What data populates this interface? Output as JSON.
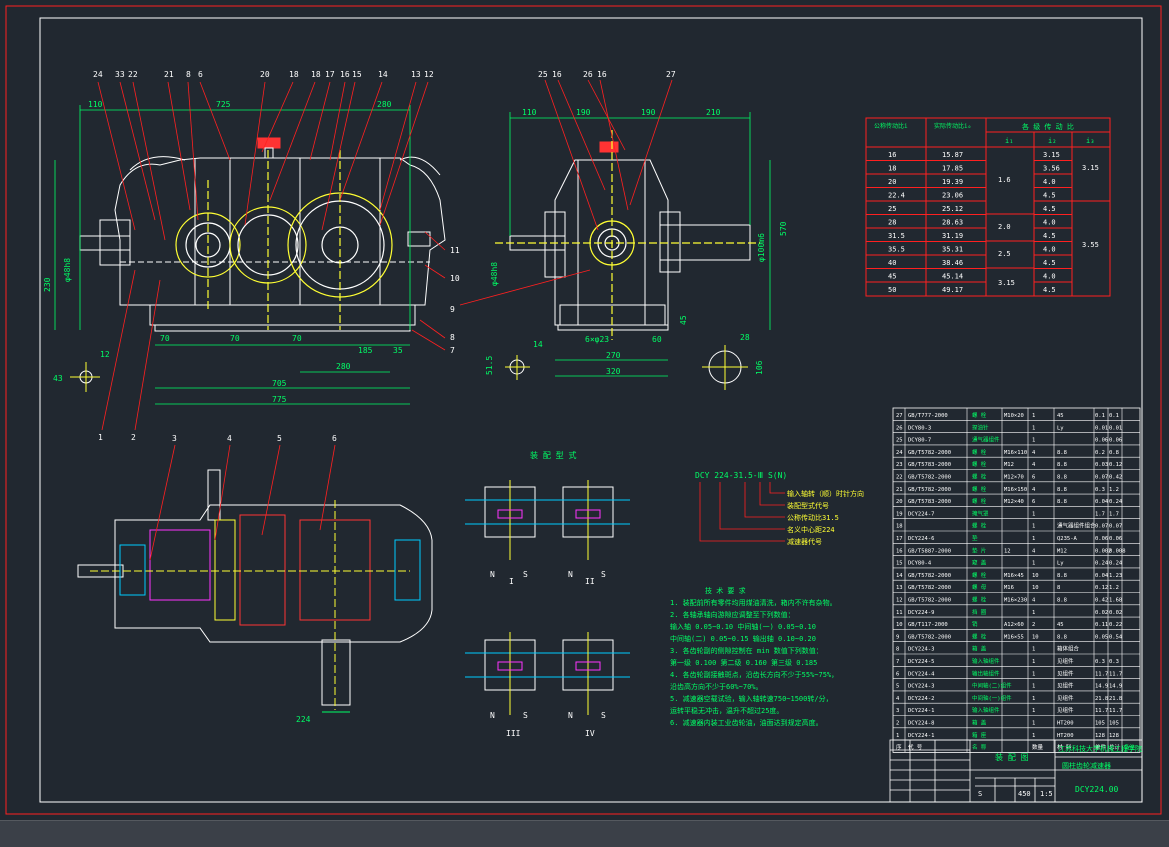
{
  "colors": {
    "background": "#212830",
    "border": "#ff2020",
    "lines": "#ffffff",
    "dims": "#00ff66",
    "leaders": "#ff2020",
    "yellow": "#ffff33",
    "cyan": "#00ccff",
    "magenta": "#ff33ff"
  },
  "front_view": {
    "part_numbers_top": [
      "24",
      "33",
      "22",
      "21",
      "8",
      "6",
      "20",
      "18",
      "18",
      "17",
      "16",
      "15",
      "14",
      "13",
      "12"
    ],
    "part_numbers_right": [
      "11",
      "10",
      "9",
      "8",
      "7"
    ],
    "part_numbers_bottom": [
      "1",
      "2",
      "3",
      "4",
      "5",
      "6"
    ],
    "dims_top": [
      "110",
      "725",
      "280"
    ],
    "dims_left": [
      "230",
      "φ48h8"
    ],
    "dims_bottom": [
      "70",
      "70",
      "70",
      "185",
      "35",
      "280",
      "705",
      "775"
    ],
    "dims_foot": [
      "12",
      "43"
    ]
  },
  "side_view": {
    "part_numbers_top": [
      "25",
      "16",
      "26",
      "16",
      "27"
    ],
    "dims_top": [
      "110",
      "190",
      "190",
      "210"
    ],
    "dims_right": [
      "570",
      "φ100m6",
      "45"
    ],
    "dims_left": [
      "φ48h8"
    ],
    "dims_bottom": [
      "14",
      "6×φ23",
      "60",
      "270",
      "320"
    ],
    "dims_key": [
      "51.5",
      "28",
      "106"
    ]
  },
  "plan_view": {
    "dim_bottom": "224"
  },
  "assembly_forms": {
    "title": "装 配 型 式",
    "labels": [
      "N",
      "S",
      "N",
      "S",
      "N",
      "S",
      "N",
      "S"
    ],
    "roman": [
      "I",
      "II",
      "III",
      "IV"
    ]
  },
  "model_code": {
    "code": "DCY 224-31.5-Ⅲ S(N)",
    "notes": [
      "输入轴转（顺）时针方向",
      "装配型式代号",
      "公称传动比31.5",
      "名义中心距224",
      "减速器代号"
    ]
  },
  "tech_req": {
    "title": "技 术 要 求",
    "lines": [
      "1. 装配前所有零件均用煤油清洗，箱内不许有杂物。",
      "2. 各轴承轴向游隙应调整至下列数值：",
      "   输入轴 0.05~0.10    中间轴(一) 0.05~0.10",
      "   中间轴(二) 0.05~0.15    输出轴 0.10~0.20",
      "3. 各齿轮副的侧隙控制在 min 数值下列数值：",
      "   第一级 0.100   第二级 0.160   第三级 0.185",
      "4. 各齿轮副接触斑点，沿齿长方向不少于55%~75%，",
      "   沿齿高方向不少于60%~70%。",
      "5. 减速器空载试验，输入轴转速750~1500转/分，",
      "   运转平稳无冲击，温升不超过25度。",
      "6. 减速器内装工业齿轮油，油面达到规定高度。"
    ]
  },
  "ratio_table": {
    "headers": [
      "公称传动比i",
      "实际传动比i₀",
      "各 级 传 动 比"
    ],
    "sub_headers": [
      "i",
      "i₀",
      "i₁",
      "i₂",
      "i₃"
    ],
    "rows": [
      [
        "16",
        "15.87"
      ],
      [
        "18",
        "17.85"
      ],
      [
        "20",
        "19.39"
      ],
      [
        "22.4",
        "23.06"
      ],
      [
        "25",
        "25.12"
      ],
      [
        "28",
        "28.63"
      ],
      [
        "31.5",
        "31.19"
      ],
      [
        "35.5",
        "35.31"
      ],
      [
        "40",
        "38.46"
      ],
      [
        "45",
        "45.14"
      ],
      [
        "50",
        "49.17"
      ]
    ],
    "i1": [
      "1.6",
      "2.0",
      "2.5",
      "3.15"
    ],
    "i2": [
      "3.15",
      "3.56",
      "4.0",
      "4.5",
      "4.5",
      "4.0",
      "4.5",
      "4.0",
      "4.5",
      "4.0",
      "4.5"
    ],
    "i3": [
      "3.15",
      "3.55"
    ]
  },
  "parts_list": {
    "rows": [
      [
        "27",
        "GB/T777-2000",
        "螺 栓",
        "M10×20",
        "1",
        "45",
        "0.1",
        "0.1",
        ""
      ],
      [
        "26",
        "DCY80-3",
        "探油针",
        "",
        "1",
        "Ly",
        "0.01",
        "0.01",
        ""
      ],
      [
        "25",
        "DCY80-7",
        "通气器组件",
        "",
        "1",
        "",
        "0.06",
        "0.06",
        ""
      ],
      [
        "24",
        "GB/T5782-2000",
        "螺 栓",
        "M16×110",
        "4",
        "8.8",
        "0.2",
        "0.8",
        ""
      ],
      [
        "23",
        "GB/T5783-2000",
        "螺 栓",
        "M12",
        "4",
        "8.8",
        "0.03",
        "0.12",
        ""
      ],
      [
        "22",
        "GB/T5782-2000",
        "螺 栓",
        "M12×70",
        "6",
        "8.8",
        "0.07",
        "0.42",
        ""
      ],
      [
        "21",
        "GB/T5782-2000",
        "螺 栓",
        "M16×150",
        "4",
        "8.8",
        "0.3",
        "1.2",
        ""
      ],
      [
        "20",
        "GB/T5783-2000",
        "螺 栓",
        "M12×40",
        "6",
        "8.8",
        "0.04",
        "0.24",
        ""
      ],
      [
        "19",
        "DCY224-7",
        "掩气罩",
        "",
        "1",
        "",
        "1.7",
        "1.7",
        ""
      ],
      [
        "18",
        "",
        "螺 栓",
        "",
        "1",
        "通气器组件组合",
        "0.07",
        "0.07",
        ""
      ],
      [
        "17",
        "DCY224-6",
        "垫",
        "",
        "1",
        "Q235-A",
        "0.06",
        "0.06",
        ""
      ],
      [
        "16",
        "GB/T5887-2000",
        "垫 片",
        "12",
        "4",
        "M12",
        "0.002",
        "0.008",
        ""
      ],
      [
        "15",
        "DCY80-4",
        "窥 盖",
        "",
        "1",
        "Ly",
        "0.24",
        "0.24",
        ""
      ],
      [
        "14",
        "GB/T5782-2000",
        "螺 栓",
        "M16×45",
        "10",
        "8.8",
        "0.04",
        "1.23",
        ""
      ],
      [
        "13",
        "GB/T5782-2000",
        "螺 母",
        "M16",
        "10",
        "8",
        "0.12",
        "1.2",
        ""
      ],
      [
        "12",
        "GB/T5782-2000",
        "螺 栓",
        "M16×230",
        "4",
        "8.8",
        "0.42",
        "1.68",
        ""
      ],
      [
        "11",
        "DCY224-9",
        "挡 圈",
        "",
        "1",
        "",
        "0.02",
        "0.02",
        ""
      ],
      [
        "10",
        "GB/T117-2000",
        "销",
        "A12×60",
        "2",
        "45",
        "0.11",
        "0.22",
        ""
      ],
      [
        "9",
        "GB/T5782-2000",
        "螺 栓",
        "M16×55",
        "10",
        "8.8",
        "0.05",
        "0.54",
        ""
      ],
      [
        "8",
        "DCY224-3",
        "箱 盖",
        "",
        "1",
        "箱体组合",
        "",
        ""
      ],
      [
        "7",
        "DCY224-5",
        "输入轴组件",
        "",
        "1",
        "见组件",
        "0.3",
        "0.3",
        ""
      ],
      [
        "6",
        "DCY224-4",
        "输出轴组件",
        "",
        "1",
        "见组件",
        "11.7",
        "11.7",
        ""
      ],
      [
        "5",
        "DCY224-3",
        "中间轴(二)组件",
        "",
        "1",
        "见组件",
        "14.9",
        "14.9",
        ""
      ],
      [
        "4",
        "DCY224-2",
        "中间轴(一)组件",
        "",
        "1",
        "见组件",
        "21.8",
        "21.8",
        ""
      ],
      [
        "3",
        "DCY224-1",
        "输入轴组件",
        "",
        "1",
        "见组件",
        "11.7",
        "11.7",
        ""
      ],
      [
        "2",
        "DCY224-8",
        "箱 盖",
        "",
        "1",
        "HT200",
        "105",
        "105",
        ""
      ],
      [
        "1",
        "DCY224-1",
        "箱 座",
        "",
        "1",
        "HT200",
        "128",
        "128",
        ""
      ]
    ],
    "header": [
      "序",
      "代 号",
      "名 称",
      "",
      "数量",
      "材 料",
      "单件",
      "总计",
      "备注"
    ]
  },
  "title_block": {
    "name": "装 配 图",
    "school": "江苏科技大学机械工程学院",
    "product": "圆柱齿轮减速器",
    "drawing_no": "DCY224.00",
    "scale": "1:5",
    "sheet": "S",
    "weight": "450"
  }
}
